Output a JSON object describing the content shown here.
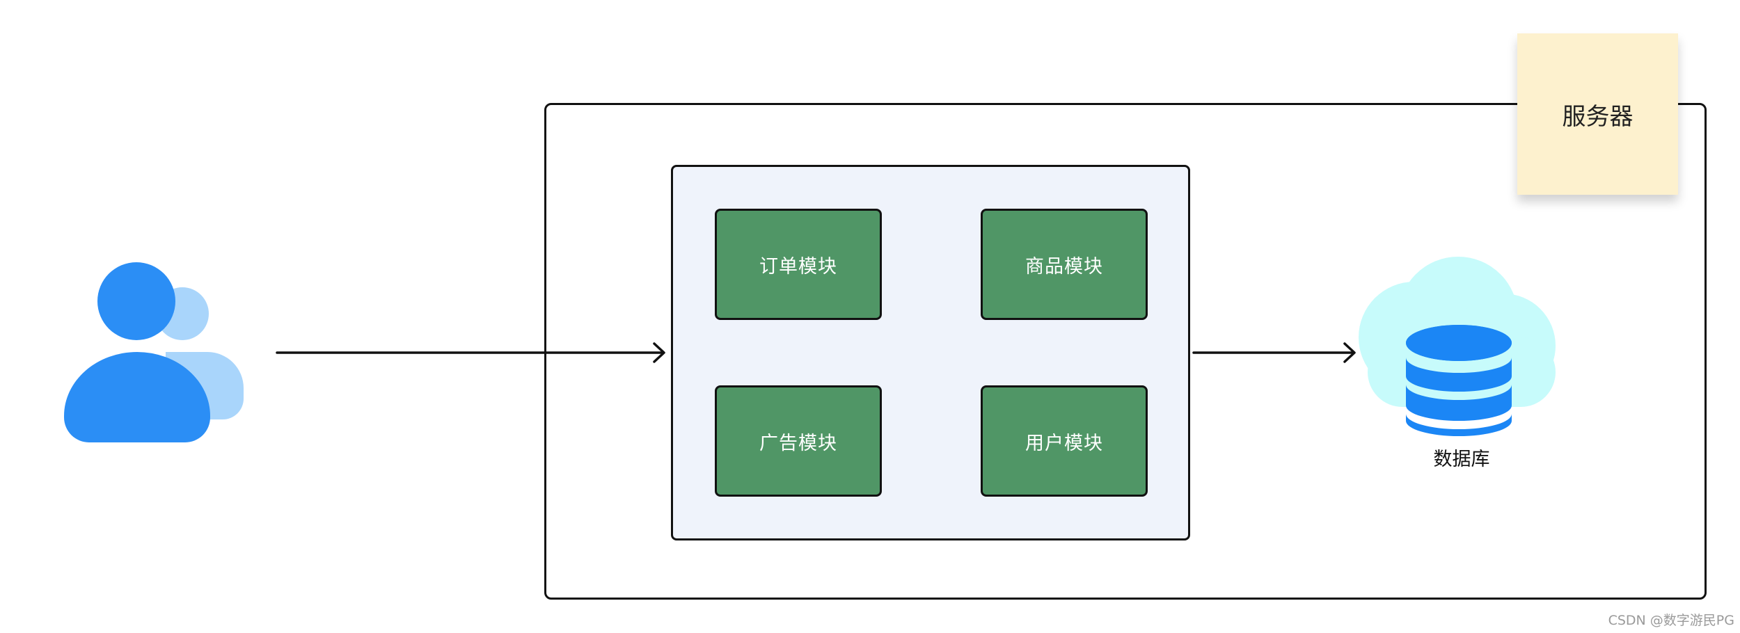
{
  "server": {
    "label": "服务器"
  },
  "modules": {
    "order": "订单模块",
    "product": "商品模块",
    "ad": "广告模块",
    "user": "用户模块"
  },
  "database": {
    "label": "数据库"
  },
  "watermark": "CSDN @数字游民PG",
  "colors": {
    "user_primary": "#2b8ef5",
    "user_secondary": "#a9d5fb",
    "module_fill": "#509666",
    "app_container_fill": "#eff3fb",
    "sticky_note": "#fdf1ce",
    "cloud": "#c7fbfb",
    "database": "#1b86f5"
  },
  "icons": {
    "user": "users-icon",
    "database": "cloud-database-icon"
  }
}
